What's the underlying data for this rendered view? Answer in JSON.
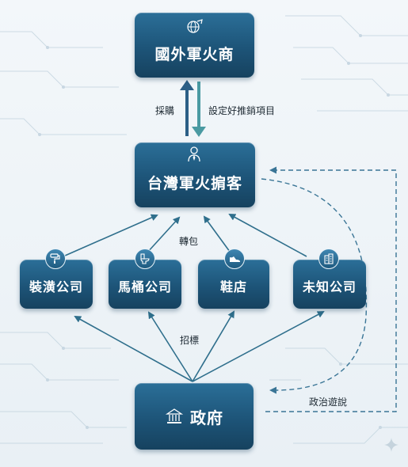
{
  "colors": {
    "node_top": "#2b6f98",
    "node_bottom": "#16425f",
    "arrow": "#2f6f8c",
    "arrow_teal": "#4a9aa2",
    "text_dark": "#1e2a33"
  },
  "nodes": {
    "foreign_dealer": {
      "label": "國外軍火商",
      "icon": "globe-gear-icon"
    },
    "taiwan_broker": {
      "label": "台灣軍火掮客",
      "icon": "businessman-icon"
    },
    "renovation": {
      "label": "裝潢公司",
      "icon": "paint-roller-icon"
    },
    "toilet": {
      "label": "馬桶公司",
      "icon": "toilet-icon"
    },
    "shoe_store": {
      "label": "鞋店",
      "icon": "shoe-icon"
    },
    "unknown": {
      "label": "未知公司",
      "icon": "building-icon"
    },
    "government": {
      "label": "政府",
      "icon": "government-building-icon"
    }
  },
  "edges": {
    "purchase": "採購",
    "set_items": "設定好推銷項目",
    "subcontract": "轉包",
    "tender": "招標",
    "lobbying": "政治遊說"
  }
}
